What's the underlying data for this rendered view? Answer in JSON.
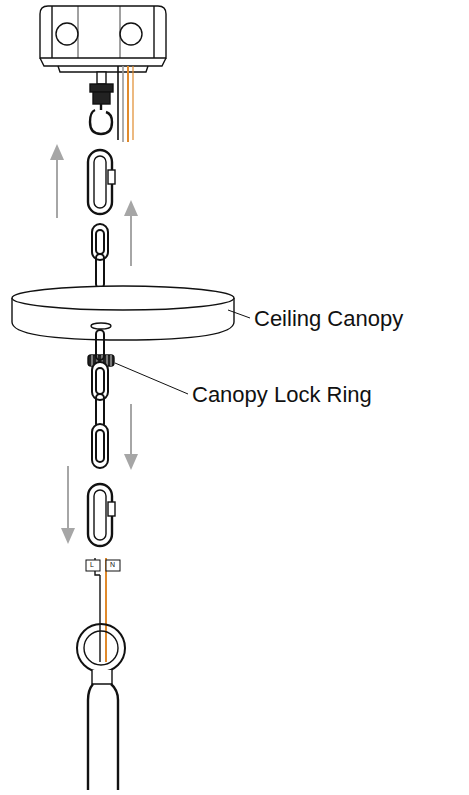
{
  "diagram": {
    "labels": [
      "Ceiling Canopy",
      "Canopy Lock Ring",
      "L",
      "N"
    ]
  }
}
